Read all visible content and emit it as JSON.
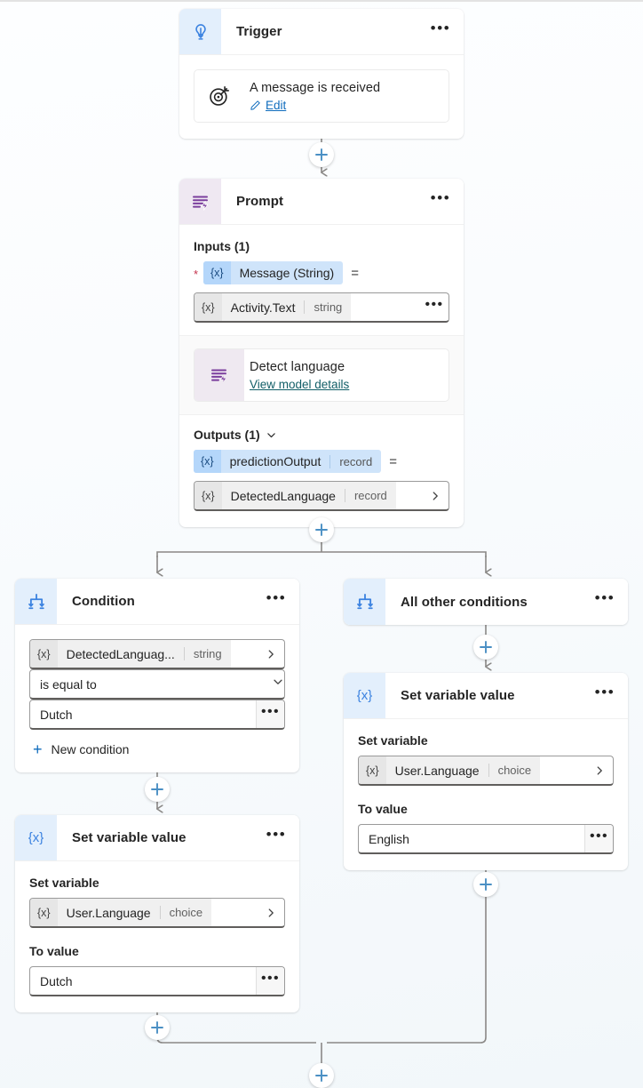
{
  "canvas": {
    "title": "Flow designer canvas",
    "background_color": "#f7fafc",
    "connector_color": "#8a8886",
    "accent_color": "#0f6cbd",
    "link_color": "#115e67",
    "required_marker_color": "#c4314b"
  },
  "nodes": {
    "trigger": {
      "title": "Trigger",
      "icon": "trigger-bulb-icon",
      "menu": "•••",
      "item": {
        "title": "A message is received",
        "link": "Edit",
        "link_icon": "pencil-icon"
      }
    },
    "prompt": {
      "title": "Prompt",
      "icon": "prompt-lines-bolt-icon",
      "menu": "•••",
      "inputs_label": "Inputs (1)",
      "input_param": {
        "required_marker": "*",
        "token": "{x}",
        "name": "Message (String)",
        "equals": "="
      },
      "input_value": {
        "token": "{x}",
        "name": "Activity.Text",
        "type": "string",
        "menu": "•••"
      },
      "model": {
        "title": "Detect language",
        "link": "View model details",
        "icon": "prompt-lines-bolt-icon"
      },
      "outputs_label": "Outputs (1)",
      "outputs_chevron": "chevron-down-icon",
      "output_param": {
        "token": "{x}",
        "name": "predictionOutput",
        "type": "record",
        "equals": "="
      },
      "output_value": {
        "token": "{x}",
        "name": "DetectedLanguage",
        "type": "record",
        "chevron": "chevron-right-icon"
      }
    },
    "condition": {
      "title": "Condition",
      "icon": "branch-icon",
      "menu": "•••",
      "operand": {
        "token": "{x}",
        "name": "DetectedLanguag...",
        "type": "string",
        "chevron": "chevron-right-icon"
      },
      "operator": {
        "value": "is equal to",
        "chevron": "chevron-down-icon"
      },
      "compare_value": {
        "value": "Dutch",
        "menu": "•••"
      },
      "new_condition": {
        "label": "New condition",
        "icon": "plus-icon"
      }
    },
    "all_other_conditions": {
      "title": "All other conditions",
      "icon": "branch-icon",
      "menu": "•••"
    },
    "set_variable_right": {
      "title": "Set variable value",
      "icon": "variable-x-icon",
      "menu": "•••",
      "set_variable_label": "Set variable",
      "variable": {
        "token": "{x}",
        "name": "User.Language",
        "type": "choice",
        "chevron": "chevron-right-icon"
      },
      "to_value_label": "To value",
      "to_value": {
        "value": "English",
        "menu": "•••"
      }
    },
    "set_variable_left": {
      "title": "Set variable value",
      "icon": "variable-x-icon",
      "menu": "•••",
      "set_variable_label": "Set variable",
      "variable": {
        "token": "{x}",
        "name": "User.Language",
        "type": "choice",
        "chevron": "chevron-right-icon"
      },
      "to_value_label": "To value",
      "to_value": {
        "value": "Dutch",
        "menu": "•••"
      }
    }
  },
  "connectors": {
    "add_step_label": "+",
    "add_buttons": [
      "add-step-after-trigger",
      "add-step-after-prompt",
      "add-step-after-all-other-conditions",
      "add-step-after-condition",
      "add-step-after-set-variable-right",
      "add-step-after-set-variable-left",
      "add-step-after-merge"
    ]
  }
}
